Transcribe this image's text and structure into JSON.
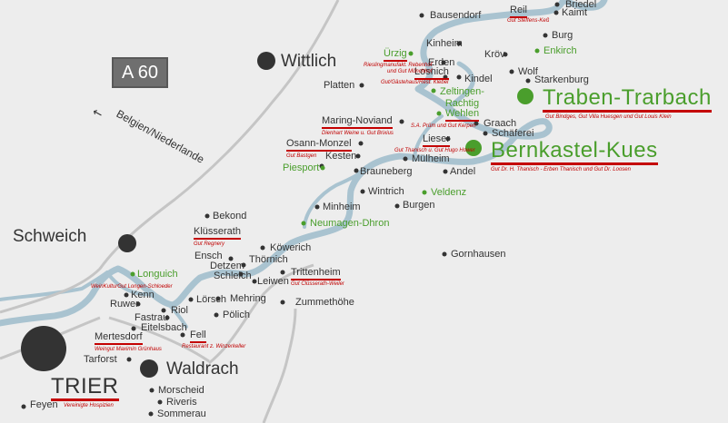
{
  "map": {
    "highway": {
      "label": "A 60"
    },
    "direction": {
      "label": "Belgien/Niederlande",
      "arrow": "←"
    },
    "colors": {
      "background": "#ededed",
      "river": "#a9c3d0",
      "road": "#c5c5c5",
      "town": "#333333",
      "wine_town": "#4a9e2c",
      "underline": "#c40000"
    },
    "major_towns": {
      "trier": "TRIER",
      "wittlich": "Wittlich",
      "schweich": "Schweich",
      "waldrach": "Waldrach",
      "traben": "Traben-Trarbach",
      "bernkastel": "Bernkastel-Kues"
    },
    "villages": {
      "bausendorf": "Bausendorf",
      "reil": "Reil",
      "briedel": "Briedel",
      "kaimt": "Kaimt",
      "burg": "Burg",
      "enkirch": "Enkirch",
      "kinheim": "Kinheim",
      "kroev": "Kröv",
      "uerzig": "Ürzig",
      "erden": "Erden",
      "wolf": "Wolf",
      "losnich": "Losnich",
      "kindel": "Kindel",
      "starkenburg": "Starkenburg",
      "platten": "Platten",
      "zeltingen": "Zeltingen-\nRachtig",
      "wehlen": "Wehlen",
      "graach": "Graach",
      "schaeferei": "Schäferei",
      "maring": "Maring-Noviand",
      "lieser": "Lieser",
      "osann": "Osann-Monzel",
      "kesten": "Kesten",
      "muelheim": "Mülheim",
      "piesport": "Piesport",
      "brauneberg": "Brauneberg",
      "andel": "Andel",
      "wintrich": "Wintrich",
      "veldenz": "Veldenz",
      "minheim": "Minheim",
      "burgen": "Burgen",
      "neumagen": "Neumagen-Dhron",
      "bekond": "Bekond",
      "kluesserath": "Klüsserath",
      "koewerich": "Köwerich",
      "ensch": "Ensch",
      "thoernich": "Thörnich",
      "detzem": "Detzem",
      "gornhausen": "Gornhausen",
      "longuich": "Longuich",
      "schleich": "Schleich",
      "leiwen": "Leiwen",
      "trittenheim": "Trittenheim",
      "kenn": "Kenn",
      "ruwer": "Ruwer",
      "loersch": "Lörsch",
      "mehring": "Mehring",
      "zummethoehe": "Zummethöhe",
      "fastrau": "Fastrau",
      "riol": "Riol",
      "poelich": "Pölich",
      "eitelsbach": "Eitelsbach",
      "mertesdorf": "Mertesdorf",
      "fell": "Fell",
      "tarforst": "Tarforst",
      "morscheid": "Morscheid",
      "riveris": "Riveris",
      "feyen": "Feyen",
      "sommerau": "Sommerau"
    },
    "wineries": {
      "reil": "Gut Steffens-Keß",
      "uerzig": "Rieslingmanufakt. Rebenhof\nund Gut Mönchhof",
      "losnich": "Gut/Gästehaus/Rest. Klebel",
      "traben": "Gut Bindges, Gut Villa Huesgen und Gut Louis Klein",
      "maring": "Dienhart Weine u. Gut Brixius",
      "wehlen": "S.A. Prüm und Gut Kerpen",
      "lieser": "Gut Thanisch u. Gut Hugo Hower",
      "osann": "Gut Bastgen",
      "bernkastel": "Gut Dr. H. Thanisch - Erben Thanisch und Gut Dr. Loosen",
      "kluesserath": "Gut Regnery",
      "longuich": "WeinKulturGut Longen-Schloeder",
      "trittenheim": "Gut Clüsserath-Weiler",
      "mertesdorf": "Weingut Maximin Grünhaus",
      "fell": "Restaurant z. Winzerkeller",
      "trier": "Vereinigte Hospizien"
    }
  }
}
